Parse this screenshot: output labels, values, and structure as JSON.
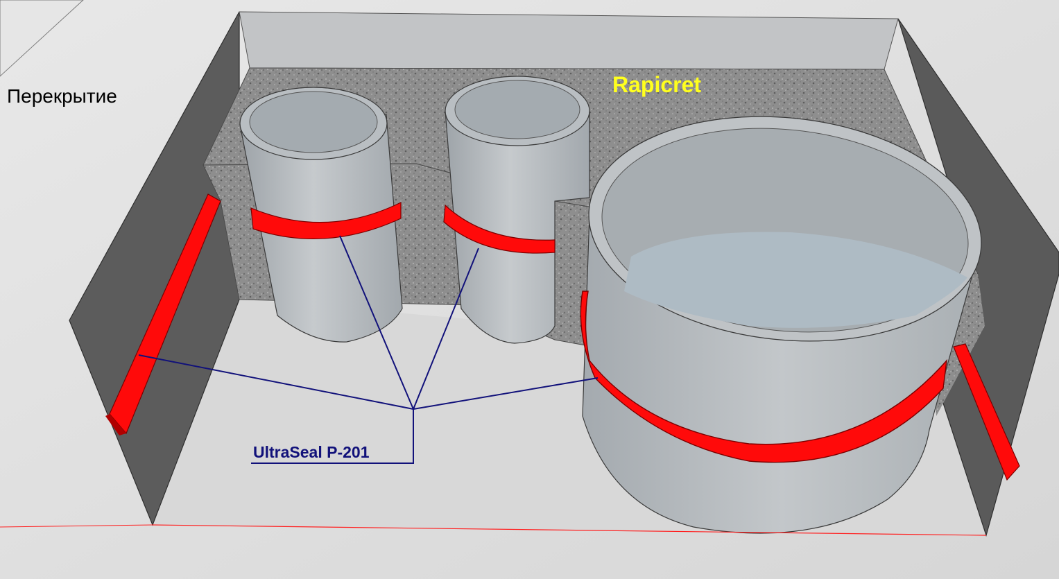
{
  "labels": {
    "ceiling": "Перекрытие",
    "fill_material": "Rapicret",
    "sealant": "UltraSeal P-201"
  },
  "colors": {
    "ceiling_surface": "#e2e2e2",
    "pit_wall_dark": "#5e5e5e",
    "back_wall": "#c3c5c7",
    "floor": "#d9d9d9",
    "concrete_fill": "#8c8c8c",
    "pipe_body": "#b7bcc1",
    "pipe_inner": "#9aa1a6",
    "water": "#aebbc4",
    "seal_red": "#ff0a0a",
    "seal_red_dark": "#b00000",
    "leader_line": "#11117a",
    "rapicret_text": "#ffff1e",
    "edge_red": "#ff2020"
  }
}
